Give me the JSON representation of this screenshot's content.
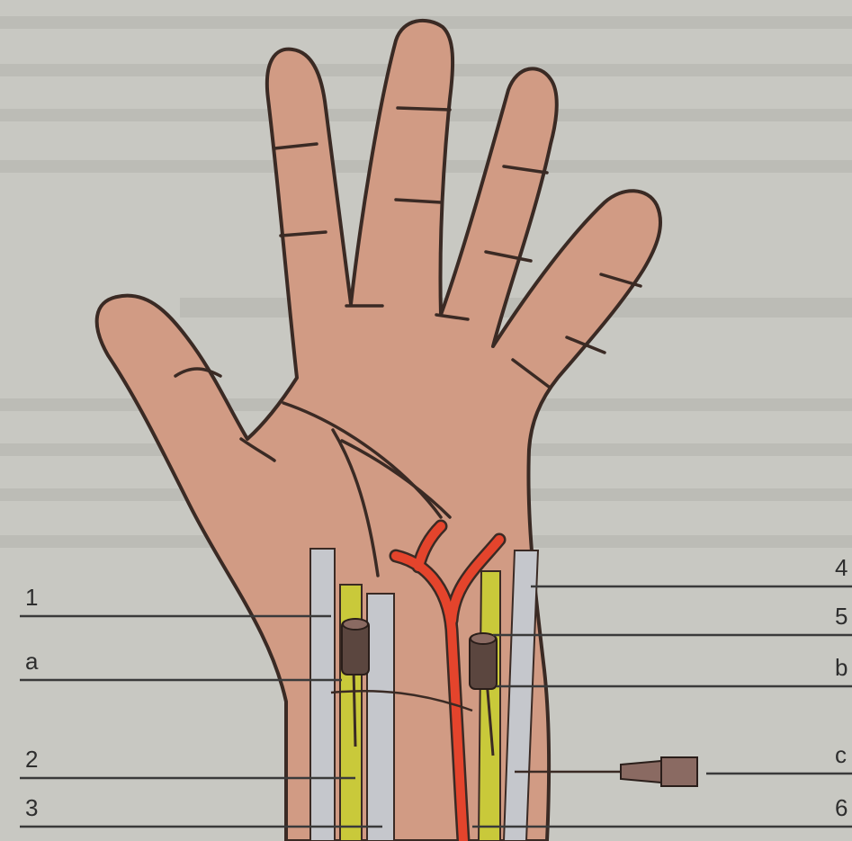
{
  "figure": {
    "labels_left": {
      "l1": "1",
      "la": "a",
      "l2": "2",
      "l3": "3"
    },
    "labels_right": {
      "l4": "4",
      "l5": "5",
      "lb": "b",
      "lc": "c",
      "l6": "6"
    }
  },
  "colors": {
    "page_background": "#c8c8c2",
    "skin": "#d19b84",
    "artery": "#e4442c",
    "nerve": "#c9c93a",
    "tendon": "#c5c7cc",
    "outline": "#3a2a24",
    "needle_hub": "#8a6a62"
  }
}
